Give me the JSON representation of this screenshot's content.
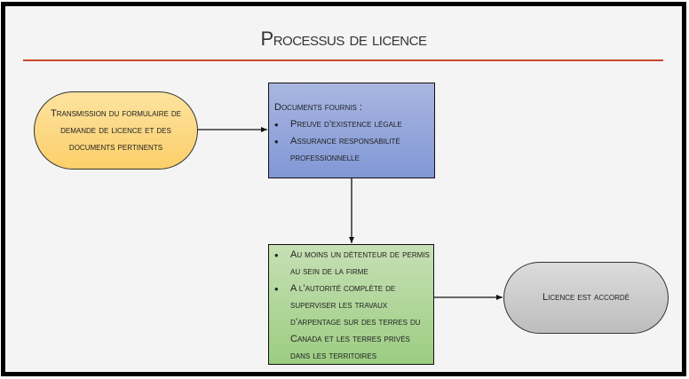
{
  "title": "Processus de licence",
  "accent_color": "#c9472b",
  "nodes": {
    "start": {
      "text": "Transmission du formulaire de demande de licence et des documents pertinents",
      "color": "#fcd884"
    },
    "documents": {
      "heading": "Documents fournis :",
      "items": [
        "Preuve d’existence légale",
        "Assurance responsabilité professionnelle"
      ],
      "color": "#8ea0da"
    },
    "requirements": {
      "items": [
        "Au moins un détenteur de permis au sein de la firme",
        "A l’autorité complète de superviser les travaux d’arpentage sur des terres du Canada et les terres privés dans les territoires"
      ],
      "color": "#a9d18e"
    },
    "end": {
      "text": "Licence est accordé",
      "color": "#cccccc"
    }
  },
  "edges": [
    {
      "from": "start",
      "to": "documents"
    },
    {
      "from": "documents",
      "to": "requirements"
    },
    {
      "from": "requirements",
      "to": "end"
    }
  ]
}
